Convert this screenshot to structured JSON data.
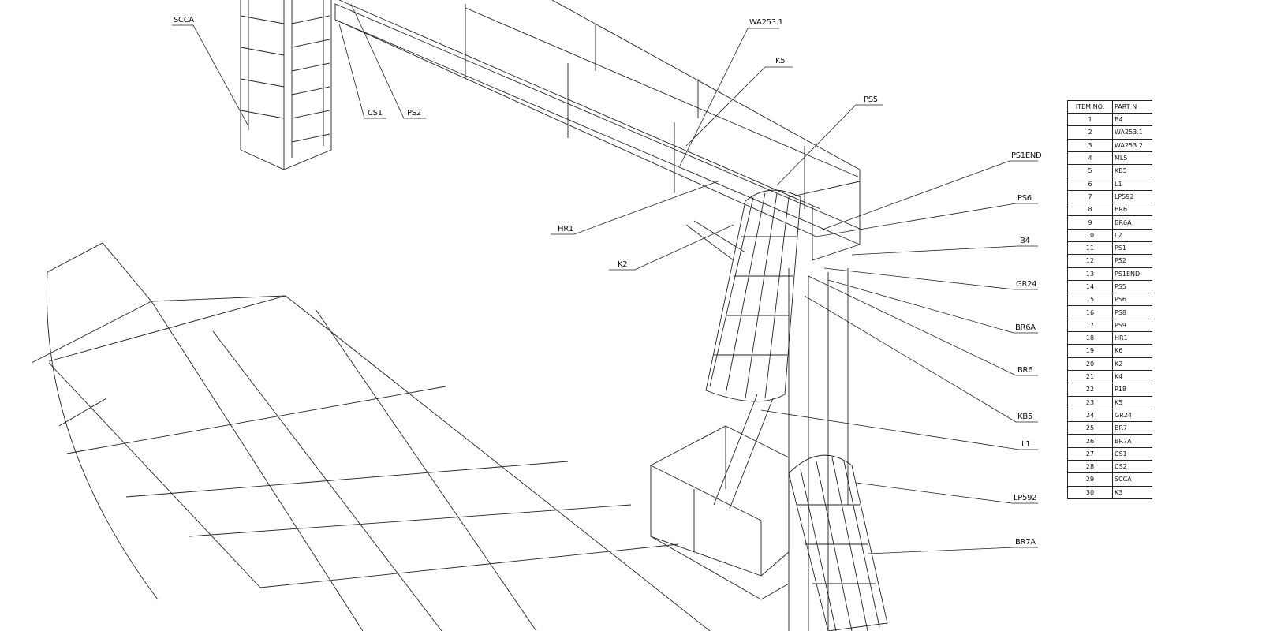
{
  "callouts": [
    {
      "id": "SCCA",
      "text": "SCCA"
    },
    {
      "id": "CS1",
      "text": "CS1"
    },
    {
      "id": "PS2",
      "text": "PS2"
    },
    {
      "id": "WA253.1",
      "text": "WA253.1"
    },
    {
      "id": "K5",
      "text": "K5"
    },
    {
      "id": "PS5",
      "text": "PS5"
    },
    {
      "id": "PS1END",
      "text": "PS1END"
    },
    {
      "id": "PS6",
      "text": "PS6"
    },
    {
      "id": "B4",
      "text": "B4"
    },
    {
      "id": "GR24",
      "text": "GR24"
    },
    {
      "id": "BR6A",
      "text": "BR6A"
    },
    {
      "id": "BR6",
      "text": "BR6"
    },
    {
      "id": "KB5",
      "text": "KB5"
    },
    {
      "id": "L1",
      "text": "L1"
    },
    {
      "id": "LP592",
      "text": "LP592"
    },
    {
      "id": "BR7A",
      "text": "BR7A"
    },
    {
      "id": "HR1",
      "text": "HR1"
    },
    {
      "id": "K2",
      "text": "K2"
    }
  ],
  "bom": {
    "headers": [
      "ITEM NO.",
      "PART N"
    ],
    "rows": [
      [
        "1",
        "B4"
      ],
      [
        "2",
        "WA253.1"
      ],
      [
        "3",
        "WA253.2"
      ],
      [
        "4",
        "ML5"
      ],
      [
        "5",
        "KB5"
      ],
      [
        "6",
        "L1"
      ],
      [
        "7",
        "LP592"
      ],
      [
        "8",
        "BR6"
      ],
      [
        "9",
        "BR6A"
      ],
      [
        "10",
        "L2"
      ],
      [
        "11",
        "PS1"
      ],
      [
        "12",
        "PS2"
      ],
      [
        "13",
        "PS1END"
      ],
      [
        "14",
        "PS5"
      ],
      [
        "15",
        "PS6"
      ],
      [
        "16",
        "PS8"
      ],
      [
        "17",
        "PS9"
      ],
      [
        "18",
        "HR1"
      ],
      [
        "19",
        "K6"
      ],
      [
        "20",
        "K2"
      ],
      [
        "21",
        "K4"
      ],
      [
        "22",
        "P18"
      ],
      [
        "23",
        "K5"
      ],
      [
        "24",
        "GR24"
      ],
      [
        "25",
        "BR7"
      ],
      [
        "26",
        "BR7A"
      ],
      [
        "27",
        "CS1"
      ],
      [
        "28",
        "CS2"
      ],
      [
        "29",
        "SCCA"
      ],
      [
        "30",
        "K3"
      ]
    ]
  }
}
